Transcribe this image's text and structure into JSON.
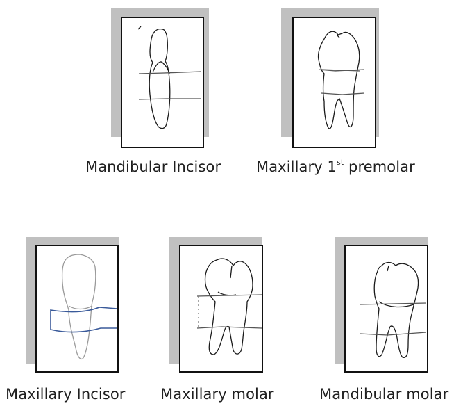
{
  "figures": [
    {
      "caption": "Mandibular Incisor"
    },
    {
      "caption_main": "Maxillary 1",
      "caption_sup": "st",
      "caption_tail": " premolar"
    },
    {
      "caption": "Maxillary Incisor"
    },
    {
      "caption": "Maxillary molar"
    },
    {
      "caption": "Mandibular molar"
    }
  ],
  "colors": {
    "outline": "#1a1a1a",
    "shadow": "#c0c0c0",
    "band": "#3a5a9a",
    "ghost": "#9a9a9a"
  }
}
